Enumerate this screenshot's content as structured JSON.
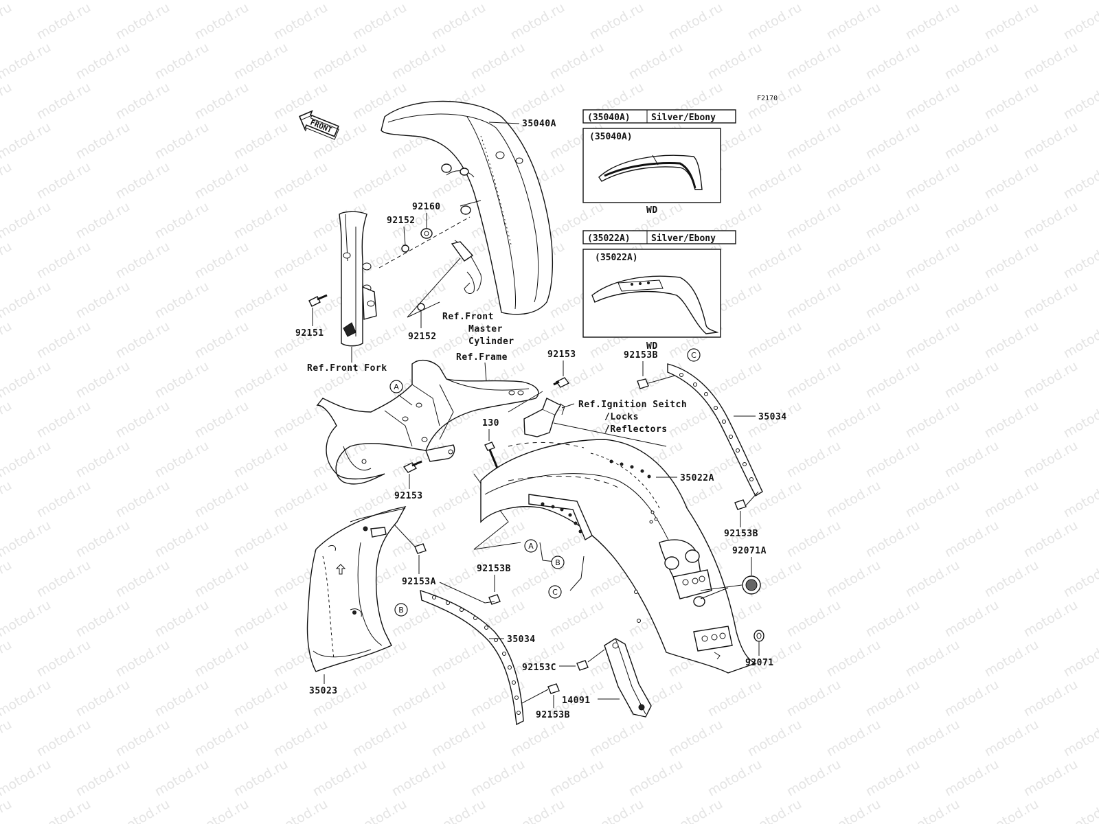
{
  "watermark": "motod.ru",
  "figure_code": "F2170",
  "front_arrow_label": "FRONT",
  "color_options": [
    {
      "part": "(35040A)",
      "color": "Silver/Ebony",
      "inset_label": "(35040A)",
      "variant": "WD"
    },
    {
      "part": "(35022A)",
      "color": "Silver/Ebony",
      "inset_label": "(35022A)",
      "variant": "WD"
    }
  ],
  "part_labels": {
    "p35040A": "35040A",
    "p92160": "92160",
    "p92152a": "92152",
    "p92152b": "92152",
    "p92151": "92151",
    "p92153a": "92153",
    "p92153b": "92153",
    "p130": "130",
    "p92153B_top": "92153B",
    "p35034_r": "35034",
    "p35022A": "35022A",
    "p92153B_r": "92153B",
    "p92071A": "92071A",
    "p92153A": "92153A",
    "p92153B_mid": "92153B",
    "p35034_l": "35034",
    "p92153C": "92153C",
    "p14091": "14091",
    "p92071": "92071",
    "p35023": "35023",
    "p92153B_bot": "92153B"
  },
  "references": {
    "front_master_cylinder": [
      "Ref.Front",
      "Master",
      "Cylinder"
    ],
    "front_fork": "Ref.Front Fork",
    "frame": "Ref.Frame",
    "ignition": [
      "Ref.Ignition Seitch",
      "/Locks",
      "/Reflectors"
    ]
  },
  "markers": {
    "A": "A",
    "B": "B",
    "C": "C"
  }
}
